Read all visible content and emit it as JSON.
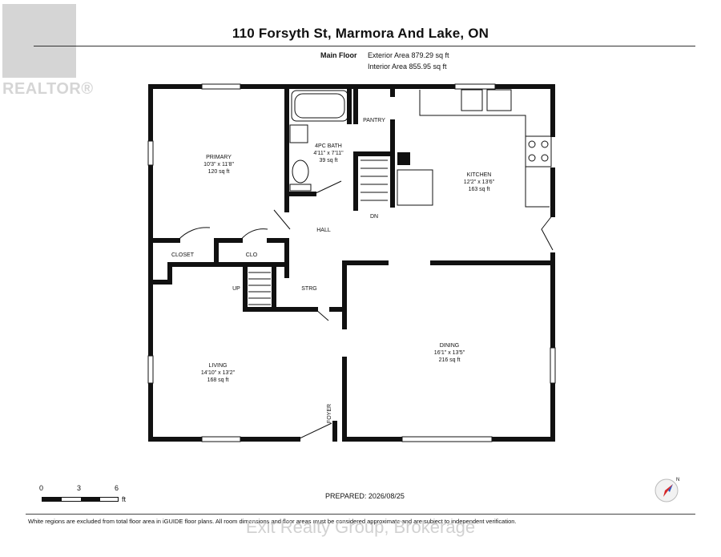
{
  "header": {
    "title": "110 Forsyth St, Marmora And Lake, ON",
    "floor_name": "Main Floor",
    "exterior_area": "Exterior Area 879.29 sq ft",
    "interior_area": "Interior Area 855.95 sq ft"
  },
  "logo": {
    "text": "REALTOR®"
  },
  "rooms": {
    "primary": {
      "name": "PRIMARY",
      "dims": "10'3\" x 11'8\"",
      "area": "120 sq ft"
    },
    "bath": {
      "name": "4PC BATH",
      "dims": "4'11\" x 7'11\"",
      "area": "39 sq ft"
    },
    "pantry": {
      "name": "PANTRY"
    },
    "kitchen": {
      "name": "KITCHEN",
      "dims": "12'2\" x 13'6\"",
      "area": "163 sq ft"
    },
    "hall": {
      "name": "HALL"
    },
    "dn": {
      "name": "DN"
    },
    "closet": {
      "name": "CLOSET"
    },
    "clo": {
      "name": "CLO"
    },
    "up": {
      "name": "UP"
    },
    "strg": {
      "name": "STRG"
    },
    "living": {
      "name": "LIVING",
      "dims": "14'10\" x 13'2\"",
      "area": "168 sq ft"
    },
    "dining": {
      "name": "DINING",
      "dims": "16'1\" x 13'5\"",
      "area": "216 sq ft"
    },
    "foyer": {
      "name": "FOYER"
    }
  },
  "scale": {
    "ticks": [
      "0",
      "3",
      "6"
    ],
    "unit": "ft"
  },
  "compass": {
    "north": "N"
  },
  "prepared": "PREPARED: 2026/08/25",
  "disclaimer": "White regions are excluded from total floor area in iGUIDE floor plans. All room dimensions and floor areas must be considered approximate and are subject to independent verification.",
  "watermark": "Exit Realty Group, Brokerage"
}
